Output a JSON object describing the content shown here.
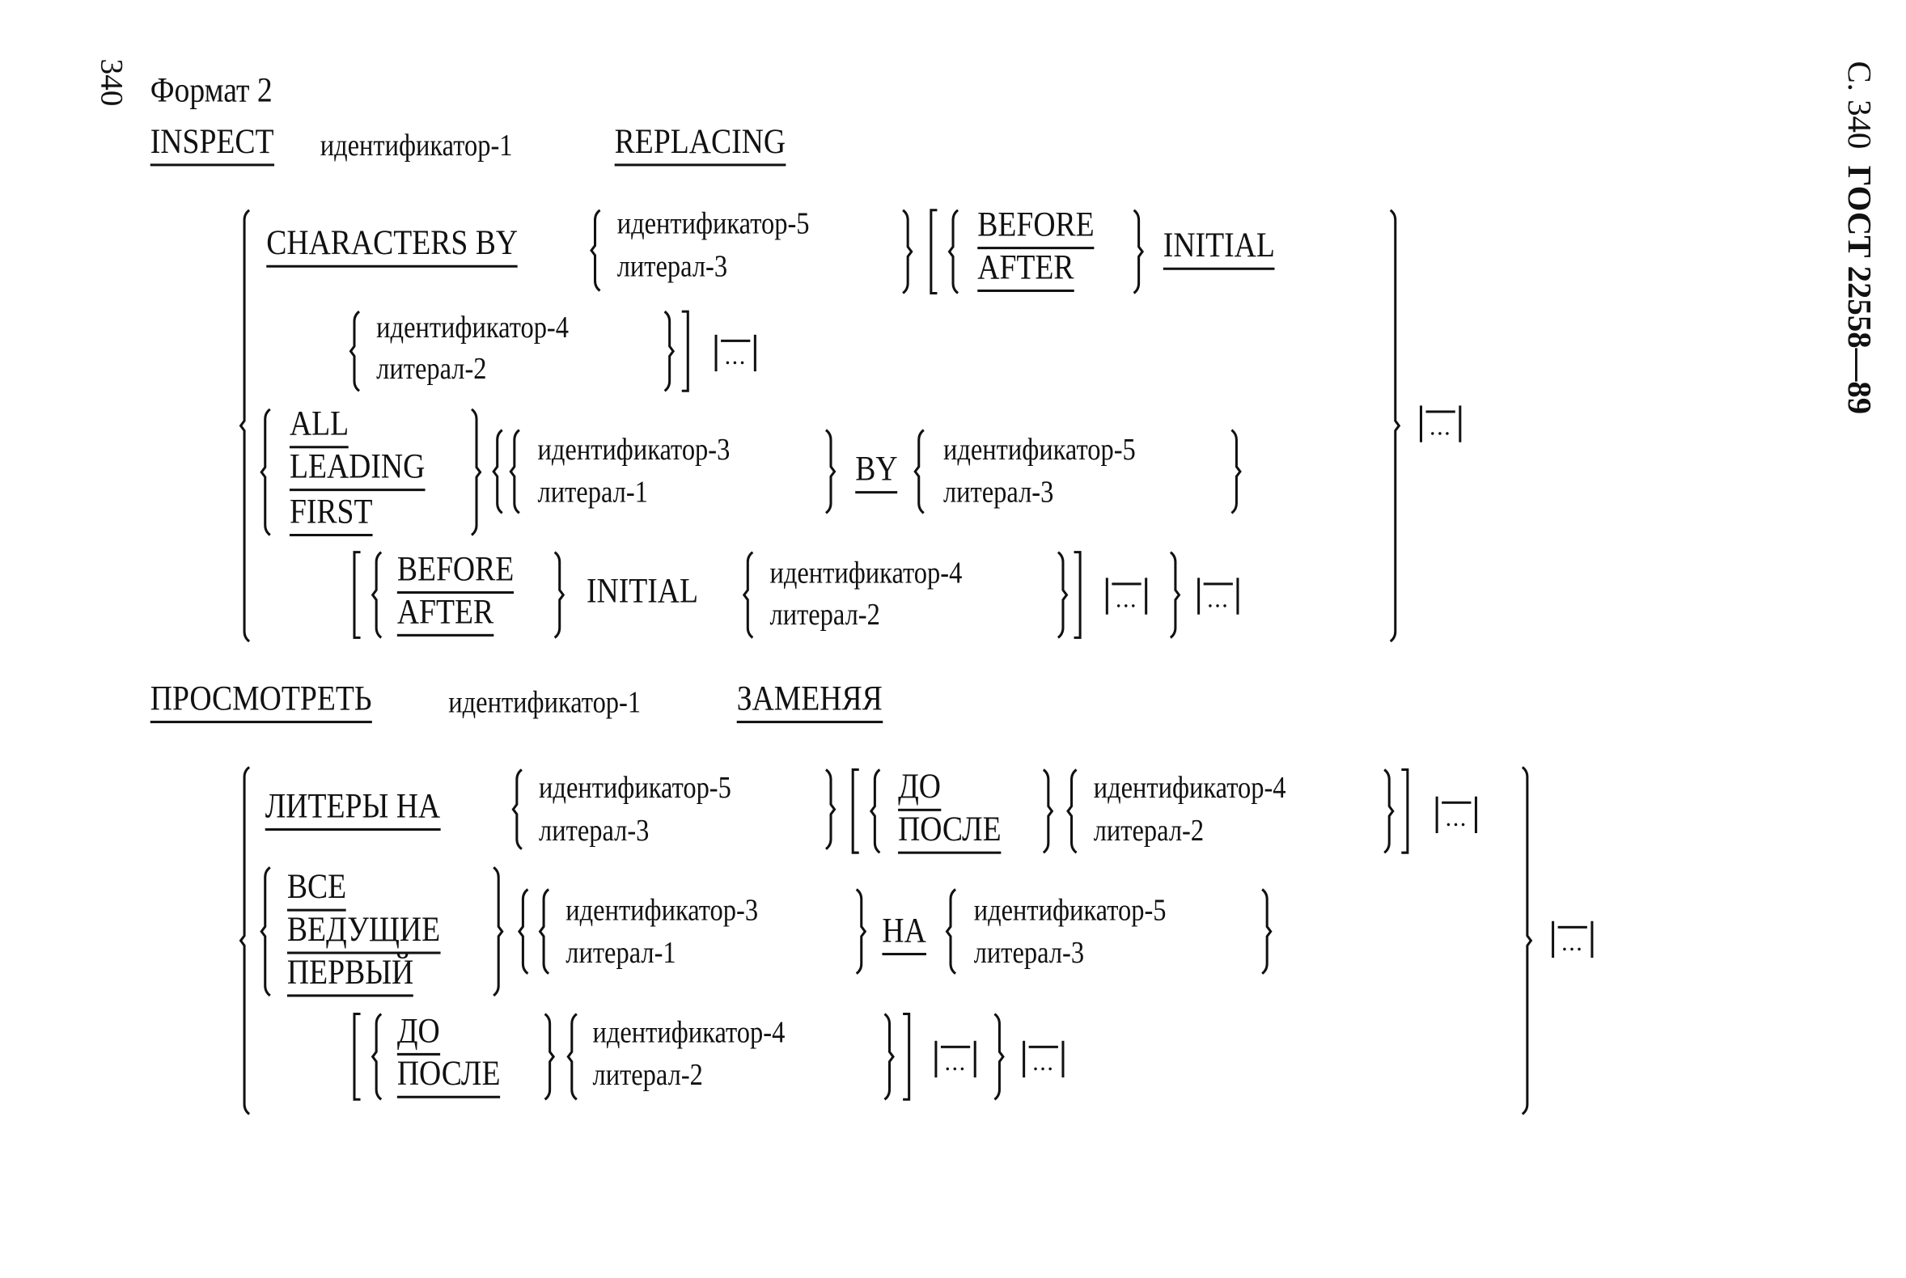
{
  "page_number": "340",
  "running_header": {
    "prefix": "С. 340",
    "standard": "ГОСТ 22558—89"
  },
  "format_title": "Формат 2",
  "ellipsis": "...",
  "english": {
    "statement": {
      "verb": "INSPECT",
      "operand": "идентификатор-1",
      "keyword": "REPLACING"
    },
    "characters_clause": {
      "keyword": "CHARACTERS BY",
      "options": [
        "идентификатор-5",
        "литерал-3"
      ],
      "position": [
        "BEFORE",
        "AFTER"
      ],
      "initial": "INITIAL",
      "position_operands": [
        "идентификатор-4",
        "литерал-2"
      ]
    },
    "all_clause": {
      "modes": [
        "ALL",
        "LEADING",
        "FIRST"
      ],
      "sources": [
        "идентификатор-3",
        "литерал-1"
      ],
      "by": "BY",
      "targets": [
        "идентификатор-5",
        "литерал-3"
      ],
      "position": [
        "BEFORE",
        "AFTER"
      ],
      "initial": "INITIAL",
      "position_operands": [
        "идентификатор-4",
        "литерал-2"
      ]
    }
  },
  "russian": {
    "statement": {
      "verb": "ПРОСМОТРЕТЬ",
      "operand": "идентификатор-1",
      "keyword": "ЗАМЕНЯЯ"
    },
    "characters_clause": {
      "keyword": "ЛИТЕРЫ НА",
      "options": [
        "идентификатор-5",
        "литерал-3"
      ],
      "position": [
        "ДО",
        "ПОСЛЕ"
      ],
      "position_operands": [
        "идентификатор-4",
        "литерал-2"
      ]
    },
    "all_clause": {
      "modes": [
        "ВСЕ",
        "ВЕДУЩИЕ",
        "ПЕРВЫЙ"
      ],
      "sources": [
        "идентификатор-3",
        "литерал-1"
      ],
      "by": "НА",
      "targets": [
        "идентификатор-5",
        "литерал-3"
      ],
      "position": [
        "ДО",
        "ПОСЛЕ"
      ],
      "position_operands": [
        "идентификатор-4",
        "литерал-2"
      ]
    }
  }
}
